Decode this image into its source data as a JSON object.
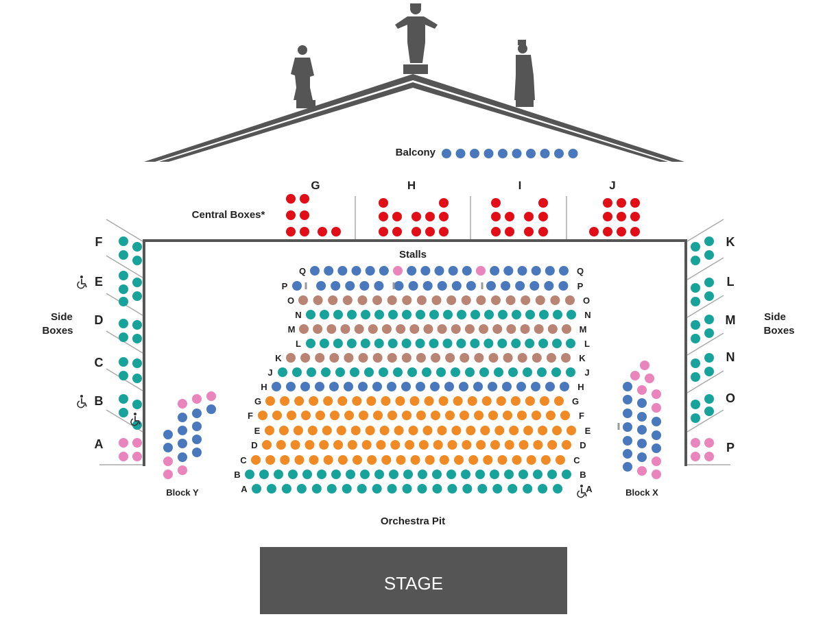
{
  "colors": {
    "blue": "#4a78bd",
    "teal": "#17a39b",
    "pink": "#ea84bc",
    "brown": "#b98473",
    "orange": "#ef8a24",
    "red": "#e10d17",
    "structure": "#555555",
    "stage": "#555555",
    "text": "#222222"
  },
  "labels": {
    "balcony": "Balcony",
    "central_boxes": "Central Boxes*",
    "stalls": "Stalls",
    "side_boxes_line1": "Side",
    "side_boxes_line2": "Boxes",
    "block_y": "Block Y",
    "block_x": "Block X",
    "orchestra_pit": "Orchestra Pit",
    "stage": "STAGE"
  },
  "balcony": {
    "seat_count": 10,
    "color": "blue"
  },
  "central_boxes": [
    {
      "name": "G"
    },
    {
      "name": "H"
    },
    {
      "name": "I"
    },
    {
      "name": "J"
    }
  ],
  "side_boxes_left": [
    {
      "name": "F",
      "wheelchair": false,
      "color": "teal"
    },
    {
      "name": "E",
      "wheelchair": true,
      "color": "teal"
    },
    {
      "name": "D",
      "wheelchair": false,
      "color": "teal"
    },
    {
      "name": "C",
      "wheelchair": false,
      "color": "teal"
    },
    {
      "name": "B",
      "wheelchair": true,
      "color": "teal"
    },
    {
      "name": "A",
      "wheelchair": false,
      "color": "pink"
    }
  ],
  "side_boxes_right": [
    {
      "name": "K",
      "color": "teal"
    },
    {
      "name": "L",
      "color": "teal"
    },
    {
      "name": "M",
      "color": "teal"
    },
    {
      "name": "N",
      "color": "teal"
    },
    {
      "name": "O",
      "color": "teal"
    },
    {
      "name": "P",
      "color": "pink"
    }
  ],
  "stalls_rows": [
    {
      "row": "Q",
      "seats": 19,
      "color": "blue"
    },
    {
      "row": "P",
      "seats": 18,
      "color": "blue"
    },
    {
      "row": "O",
      "seats": 19,
      "color": "brown"
    },
    {
      "row": "N",
      "seats": 20,
      "color": "teal"
    },
    {
      "row": "M",
      "seats": 20,
      "color": "brown"
    },
    {
      "row": "L",
      "seats": 20,
      "color": "teal"
    },
    {
      "row": "K",
      "seats": 20,
      "color": "brown"
    },
    {
      "row": "J",
      "seats": 21,
      "color": "teal"
    },
    {
      "row": "H",
      "seats": 21,
      "color": "blue"
    },
    {
      "row": "G",
      "seats": 21,
      "color": "orange"
    },
    {
      "row": "F",
      "seats": 22,
      "color": "orange"
    },
    {
      "row": "E",
      "seats": 22,
      "color": "orange"
    },
    {
      "row": "D",
      "seats": 22,
      "color": "orange"
    },
    {
      "row": "C",
      "seats": 22,
      "color": "orange"
    },
    {
      "row": "B",
      "seats": 23,
      "color": "teal"
    },
    {
      "row": "A",
      "seats": 22,
      "color": "teal",
      "wheelchair": true
    }
  ]
}
